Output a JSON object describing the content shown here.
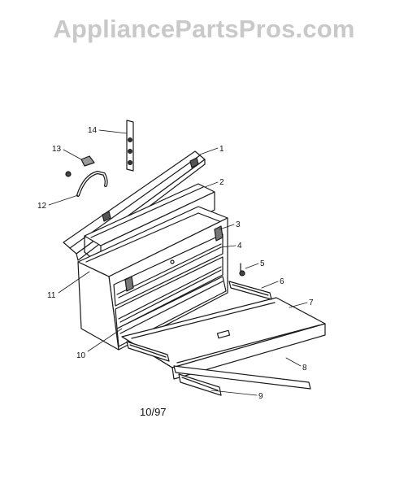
{
  "watermark": "AppliancePartsPros.com",
  "date_code": "10/97",
  "callouts": [
    {
      "id": "1",
      "label": "1"
    },
    {
      "id": "2",
      "label": "2"
    },
    {
      "id": "3",
      "label": "3"
    },
    {
      "id": "4",
      "label": "4"
    },
    {
      "id": "5",
      "label": "5"
    },
    {
      "id": "6",
      "label": "6"
    },
    {
      "id": "7",
      "label": "7"
    },
    {
      "id": "8",
      "label": "8"
    },
    {
      "id": "9",
      "label": "9"
    },
    {
      "id": "10",
      "label": "10"
    },
    {
      "id": "11",
      "label": "11"
    },
    {
      "id": "12",
      "label": "12"
    },
    {
      "id": "13",
      "label": "13"
    },
    {
      "id": "14",
      "label": "14"
    }
  ],
  "colors": {
    "line": "#1a1a1a",
    "watermark": "#c9c9c9",
    "background": "#ffffff"
  }
}
